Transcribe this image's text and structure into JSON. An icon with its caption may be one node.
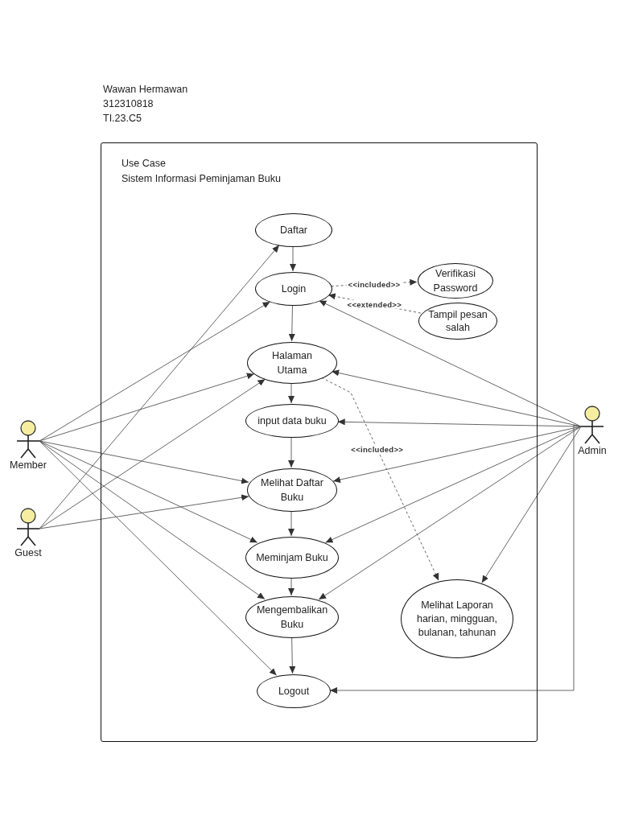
{
  "diagram": {
    "nodes": [
      {
        "text": [
          "Use Case",
          "Sistem Informasi Peminjaman Buku"
        ]
      },
      {
        "text": [
          "Daftar"
        ],
        "in": 0
      },
      {
        "text": [
          "Login"
        ],
        "in": 0
      },
      {
        "text": [
          "Verifikasi Password"
        ],
        "in": 0
      },
      {
        "text": [
          "Tampil pesan salah"
        ],
        "in": 0
      },
      {
        "text": [
          "Halaman Utama"
        ],
        "in": 0
      },
      {
        "text": [
          "input data buku"
        ],
        "in": 0
      },
      {
        "text": [
          "Melihat Daftar Buku"
        ],
        "in": 0
      },
      {
        "text": [
          "Meminjam Buku"
        ],
        "in": 0
      },
      {
        "text": [
          "Mengembalikan Buku"
        ],
        "in": 0
      },
      {
        "text": [
          "Logout"
        ],
        "in": 0
      },
      {
        "text": [
          "Melihat Laporan harian, mingguan, bulanan, tahunan"
        ],
        "in": 0
      },
      {
        "text": [
          "Member"
        ]
      },
      {
        "text": [
          "Guest"
        ]
      },
      {
        "text": [
          "Admin"
        ]
      }
    ],
    "edges": [
      {
        "from": 1,
        "to": 2,
        "arrow": "to"
      },
      {
        "from": 2,
        "to": 5,
        "arrow": "to"
      },
      {
        "from": 5,
        "to": 6,
        "arrow": "to"
      },
      {
        "from": 6,
        "to": 7,
        "arrow": "to"
      },
      {
        "from": 7,
        "to": 8,
        "arrow": "to"
      },
      {
        "from": 8,
        "to": 9,
        "arrow": "to"
      },
      {
        "from": 9,
        "to": 10,
        "arrow": "to"
      },
      {
        "from": 2,
        "to": 3,
        "arrow": "to",
        "label": "<<included>>",
        "style": "dashed"
      },
      {
        "from": 4,
        "to": 2,
        "arrow": "to",
        "label": "<<extended>>",
        "style": "dashed"
      },
      {
        "from": 5,
        "to": 11,
        "arrow": "to",
        "label": "<<included>>",
        "style": "dashed"
      },
      {
        "from": 12,
        "to": 2,
        "arrow": "to"
      },
      {
        "from": 12,
        "to": 5,
        "arrow": "to"
      },
      {
        "from": 12,
        "to": 7,
        "arrow": "to"
      },
      {
        "from": 12,
        "to": 8,
        "arrow": "to"
      },
      {
        "from": 12,
        "to": 9,
        "arrow": "to"
      },
      {
        "from": 12,
        "to": 10,
        "arrow": "to"
      },
      {
        "from": 13,
        "to": 1,
        "arrow": "to"
      },
      {
        "from": 13,
        "to": 5,
        "arrow": "to"
      },
      {
        "from": 13,
        "to": 7,
        "arrow": "to"
      },
      {
        "from": 14,
        "to": 2,
        "arrow": "to"
      },
      {
        "from": 14,
        "to": 5,
        "arrow": "to"
      },
      {
        "from": 14,
        "to": 6,
        "arrow": "to"
      },
      {
        "from": 14,
        "to": 7,
        "arrow": "to"
      },
      {
        "from": 14,
        "to": 8,
        "arrow": "to"
      },
      {
        "from": 14,
        "to": 9,
        "arrow": "to"
      },
      {
        "from": 14,
        "to": 11,
        "arrow": "to"
      },
      {
        "from": 14,
        "to": 10,
        "arrow": "to"
      }
    ],
    "labels": [
      "Wawan Hermawan",
      "312310818",
      "TI.23.C5"
    ]
  }
}
